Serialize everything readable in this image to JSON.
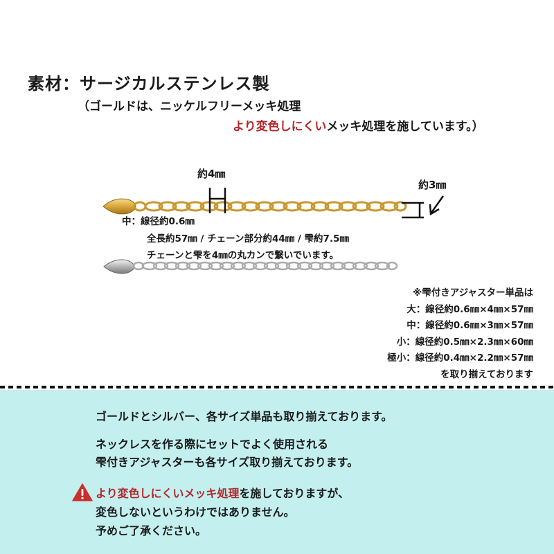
{
  "material": {
    "title": "素材：サージカルステンレス製",
    "note_line1": "（ゴールドは、ニッケルフリーメッキ処理",
    "note_line2_highlight": "より変色しにくい",
    "note_line2_rest": "メッキ処理を施しています。）"
  },
  "dimensions": {
    "link_length": "約4㎜",
    "end_width": "約3㎜"
  },
  "spec": {
    "line1": "中：線径約0.6㎜",
    "line2": "全長約57㎜ / チェーン部分約44㎜ / 雫約7.5㎜",
    "line3": "チェーンと雫を4㎜の丸カンで繋いでいます。"
  },
  "single_items_note": {
    "heading": "※雫付きアジャスター単品は",
    "sizes": [
      "大：線径約0.6㎜×4㎜×57㎜",
      "中：線径約0.6㎜×3㎜×57㎜",
      "小：線径約0.5㎜×2.3㎜×60㎜",
      "極小：線径約0.4㎜×2.2㎜×57㎜"
    ],
    "footer": "を取り揃えております"
  },
  "info": {
    "line1": "ゴールドとシルバー、各サイズ単品も取り揃えております。",
    "line2": "ネックレスを作る際にセットでよく使用される",
    "line3": "雫付きアジャスターも各サイズ取り揃えております。",
    "warning_highlight": "より変色しにくいメッキ処理",
    "warning_rest": "を施しておりますが、",
    "line5": "変色しないというわけではありません。",
    "line6": "予めご了承ください。"
  },
  "colors": {
    "highlight": "#b2272b",
    "panel_bg": "#c4efef",
    "gold": "#d9a73a",
    "silver": "#b4b4b4"
  },
  "icons": {
    "warning": "warning-triangle-icon"
  }
}
